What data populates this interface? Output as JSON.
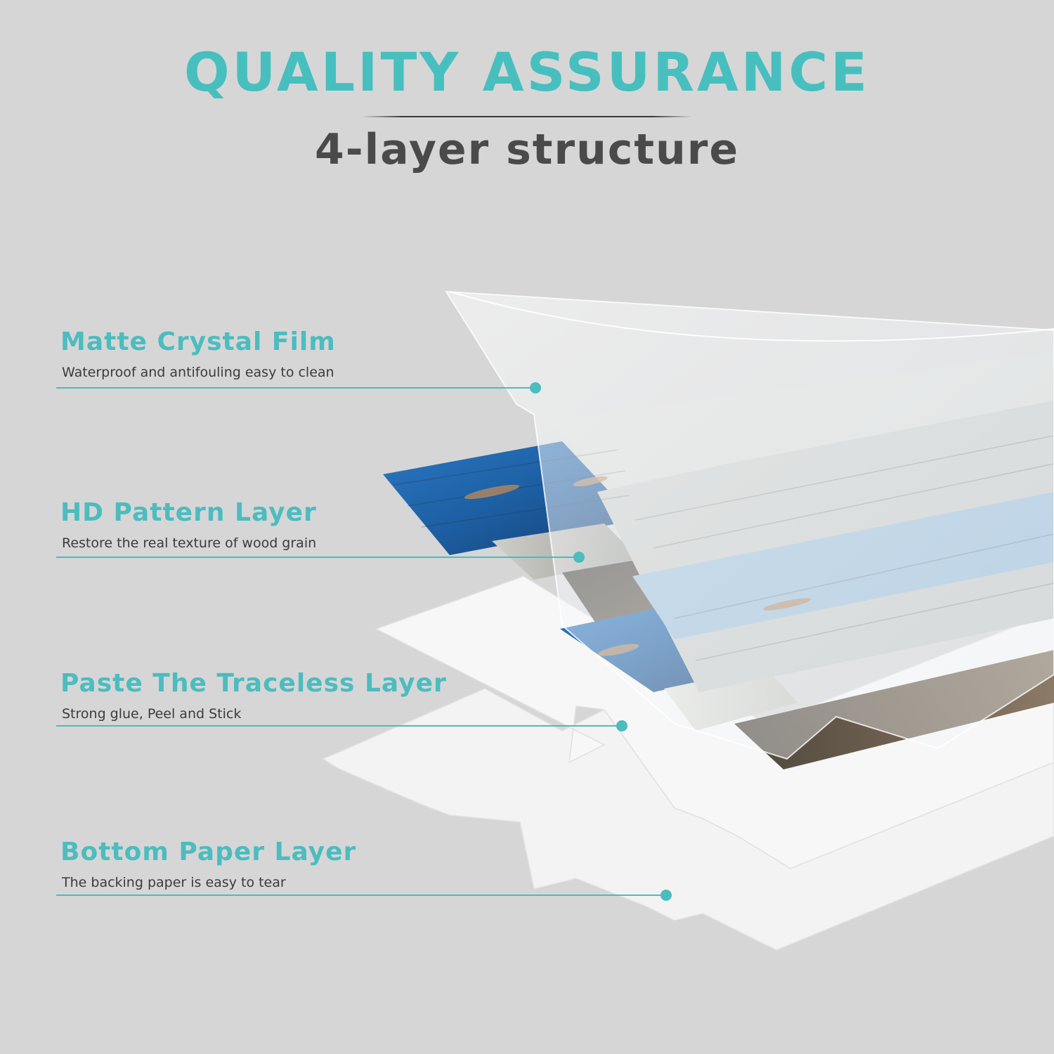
{
  "header": {
    "title": "QUALITY ASSURANCE",
    "subtitle": "4-layer structure"
  },
  "layers": [
    {
      "title": "Matte Crystal Film",
      "description": "Waterproof and antifouling easy to clean"
    },
    {
      "title": "HD Pattern Layer",
      "description": "Restore the real texture of wood grain"
    },
    {
      "title": "Paste The Traceless Layer",
      "description": "Strong glue, Peel and Stick"
    },
    {
      "title": "Bottom Paper Layer",
      "description": "The backing paper is easy to tear"
    }
  ],
  "colors": {
    "background": "#d6d6d6",
    "accent_teal": "#47bfbf",
    "subtitle_gray": "#4a4a4a",
    "wood_blue": "#1f5fa8",
    "wood_gray": "#b8b8b4",
    "wood_brown": "#5e5347",
    "paper_white": "#f4f4f4"
  }
}
